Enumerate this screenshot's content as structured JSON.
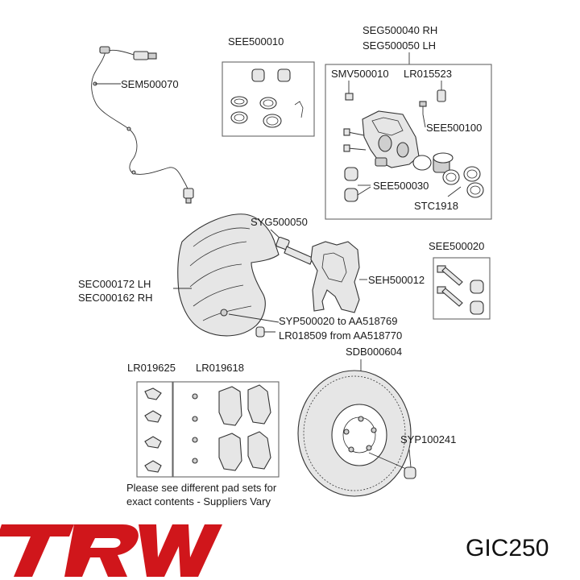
{
  "labels": {
    "see500010": "SEE500010",
    "seg_rh": "SEG500040 RH",
    "seg_lh": "SEG500050 LH",
    "sem500070": "SEM500070",
    "smv500010": "SMV500010",
    "lr015523": "LR015523",
    "see500100": "SEE500100",
    "see500030": "SEE500030",
    "stc1918": "STC1918",
    "syg500050": "SYG500050",
    "see500020": "SEE500020",
    "sec_lh": "SEC000172 LH",
    "sec_rh": "SEC000162 RH",
    "seh500012": "SEH500012",
    "syp_line": "SYP500020 to AA518769",
    "lr018509_line": "LR018509 from AA518770",
    "lr019625": "LR019625",
    "lr019618": "LR019618",
    "sdb000604": "SDB000604",
    "syp100241": "SYP100241"
  },
  "note": {
    "line1": "Please see different pad sets for",
    "line2": "exact contents - Suppliers Vary"
  },
  "brand": {
    "logo_text": "TRW",
    "logo_color": "#d0161b"
  },
  "part_code": "GIC250"
}
